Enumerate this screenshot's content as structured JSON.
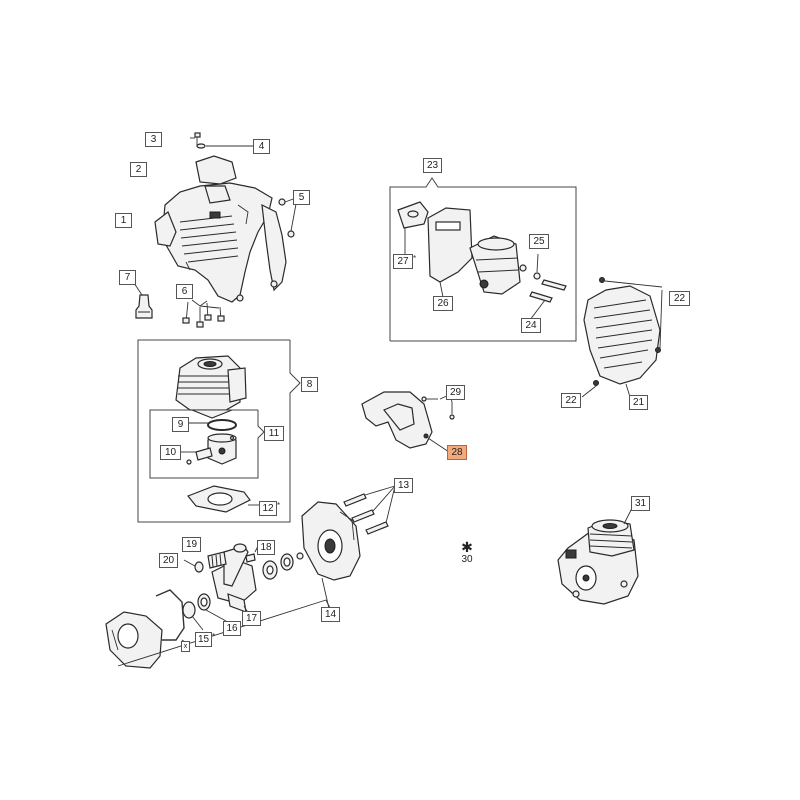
{
  "labels": {
    "l1": "1",
    "l2": "2",
    "l3": "3",
    "l4": "4",
    "l5": "5",
    "l6": "6",
    "l7": "7",
    "l8": "8",
    "l9": "9",
    "l10": "10",
    "l11": "11",
    "l12": "12",
    "l13": "13",
    "l14": "14",
    "l15": "15",
    "l16": "16",
    "l17": "17",
    "l18": "18",
    "l19": "19",
    "l20": "20",
    "l21": "21",
    "l22a": "22",
    "l22b": "22",
    "l23": "23",
    "l24": "24",
    "l25": "25",
    "l26": "26",
    "l27": "27",
    "l28": "28",
    "l29": "29",
    "l30": "30",
    "l31": "31",
    "lx": "x"
  },
  "star_symbol": "*",
  "big_star_symbol": "✱",
  "highlight_color": "#f4a97c"
}
